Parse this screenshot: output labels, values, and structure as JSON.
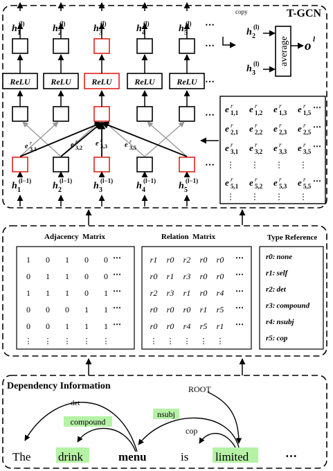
{
  "tgcn": {
    "title": "T-GCN",
    "h_out": [
      "1",
      "2",
      "3",
      "4",
      "5"
    ],
    "h_out_sup": "(l)",
    "h_in": [
      "1",
      "2",
      "3",
      "4",
      "5"
    ],
    "h_in_sup": "(l−1)",
    "relu": "ReLU",
    "ellipsis": "⋯",
    "copy_label": "copy",
    "average": "average",
    "o_label": "o",
    "o_sup": "l",
    "avg_in1_sub": "2",
    "avg_in2_sub": "3",
    "edge_sub": [
      "3,1",
      "3,2",
      "3,3",
      "3,5"
    ],
    "matrix_rows": [
      [
        "1,1",
        "1,2",
        "1,3",
        "1,5"
      ],
      [
        "2,1",
        "2,2",
        "2,3",
        "2,5"
      ],
      [
        "3,1",
        "3,2",
        "3,3",
        "3,5"
      ],
      [
        "5,1",
        "5,2",
        "5,3",
        "5,5"
      ]
    ],
    "highlight_color": "#e0221b"
  },
  "mid": {
    "adj_title": "Adjacency  Matrix",
    "rel_title": "Relation  Matrix",
    "type_title": "Type Reference",
    "adjacency": [
      [
        "1",
        "0",
        "1",
        "0",
        "0"
      ],
      [
        "0",
        "1",
        "1",
        "0",
        "0"
      ],
      [
        "1",
        "1",
        "1",
        "0",
        "1"
      ],
      [
        "0",
        "0",
        "0",
        "1",
        "1"
      ],
      [
        "0",
        "0",
        "1",
        "1",
        "1"
      ]
    ],
    "relation": [
      [
        "r1",
        "r0",
        "r2",
        "r0",
        "r0"
      ],
      [
        "r0",
        "r1",
        "r3",
        "r0",
        "r0"
      ],
      [
        "r2",
        "r3",
        "r1",
        "r0",
        "r4"
      ],
      [
        "r0",
        "r0",
        "r0",
        "r1",
        "r5"
      ],
      [
        "r0",
        "r0",
        "r4",
        "r5",
        "r1"
      ]
    ],
    "types": [
      {
        "code": "r0:",
        "name": "none"
      },
      {
        "code": "r1:",
        "name": "self"
      },
      {
        "code": "r2:",
        "name": "det"
      },
      {
        "code": "r3:",
        "name": "compound"
      },
      {
        "code": "r4:",
        "name": "nsubj"
      },
      {
        "code": "r5:",
        "name": "cop"
      }
    ]
  },
  "dep": {
    "title": "Dependency Information",
    "root": "ROOT",
    "arcs": [
      "det",
      "compound",
      "nsubj",
      "cop"
    ],
    "words": [
      "The",
      "drink",
      "menu",
      "is",
      "limited",
      "⋯"
    ],
    "green": "#b6f2a6",
    "red": "#e0221b"
  }
}
